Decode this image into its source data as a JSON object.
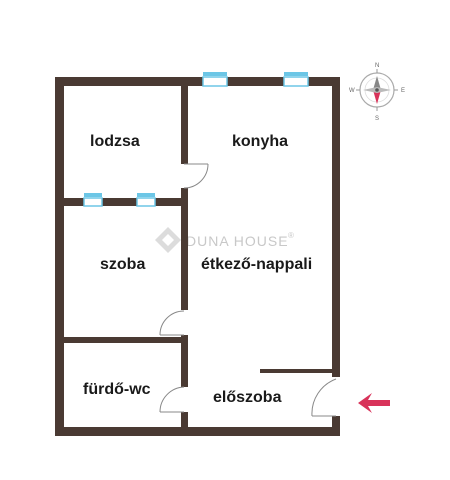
{
  "rooms": {
    "lodzsa": "lodzsa",
    "konyha": "konyha",
    "szoba": "szoba",
    "etkezo_nappali": "étkező-nappali",
    "furdo_wc": "fürdő-wc",
    "eloszoba": "előszoba"
  },
  "watermark": {
    "brand": "DUNA HOUSE",
    "registered": "®"
  },
  "compass": {
    "north": "N",
    "south": "S",
    "east": "E",
    "west": "W"
  },
  "colors": {
    "wall": "#4a3a33",
    "window": "#6cc6e6",
    "entrance_arrow": "#d8335a",
    "door": "#888888"
  },
  "icons": {
    "entrance": "entrance-arrow-icon",
    "compass": "compass-icon"
  }
}
